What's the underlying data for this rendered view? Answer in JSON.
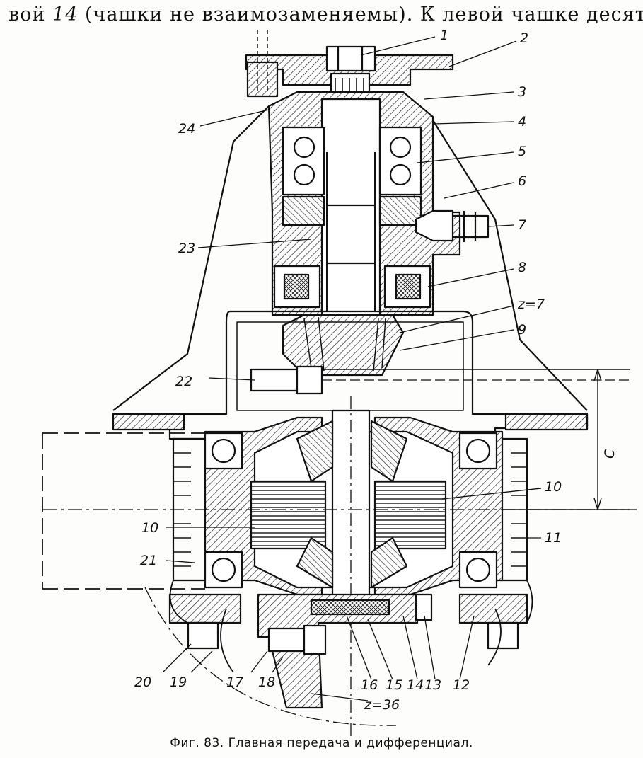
{
  "text_fragment": {
    "before": "вой",
    "num": "14",
    "after": "(чашки не взаимозаменяемы). К левой чашке десятью"
  },
  "callouts": [
    {
      "id": "1",
      "text": "1"
    },
    {
      "id": "2",
      "text": "2"
    },
    {
      "id": "3",
      "text": "3"
    },
    {
      "id": "4",
      "text": "4"
    },
    {
      "id": "5",
      "text": "5"
    },
    {
      "id": "6",
      "text": "6"
    },
    {
      "id": "7",
      "text": "7"
    },
    {
      "id": "8",
      "text": "8"
    },
    {
      "id": "z7",
      "text": "z=7"
    },
    {
      "id": "9",
      "text": "9"
    },
    {
      "id": "10r",
      "text": "10"
    },
    {
      "id": "11",
      "text": "11"
    },
    {
      "id": "10l",
      "text": "10"
    },
    {
      "id": "21",
      "text": "21"
    },
    {
      "id": "22",
      "text": "22"
    },
    {
      "id": "23",
      "text": "23"
    },
    {
      "id": "24",
      "text": "24"
    },
    {
      "id": "c",
      "text": "C"
    },
    {
      "id": "20",
      "text": "20"
    },
    {
      "id": "19",
      "text": "19"
    },
    {
      "id": "17",
      "text": "17"
    },
    {
      "id": "18",
      "text": "18"
    },
    {
      "id": "16",
      "text": "16"
    },
    {
      "id": "15",
      "text": "15"
    },
    {
      "id": "14",
      "text": "14"
    },
    {
      "id": "13",
      "text": "13"
    },
    {
      "id": "12",
      "text": "12"
    },
    {
      "id": "z36",
      "text": "z=36"
    }
  ],
  "caption": "Фиг. 83. Главная передача и дифференциал."
}
